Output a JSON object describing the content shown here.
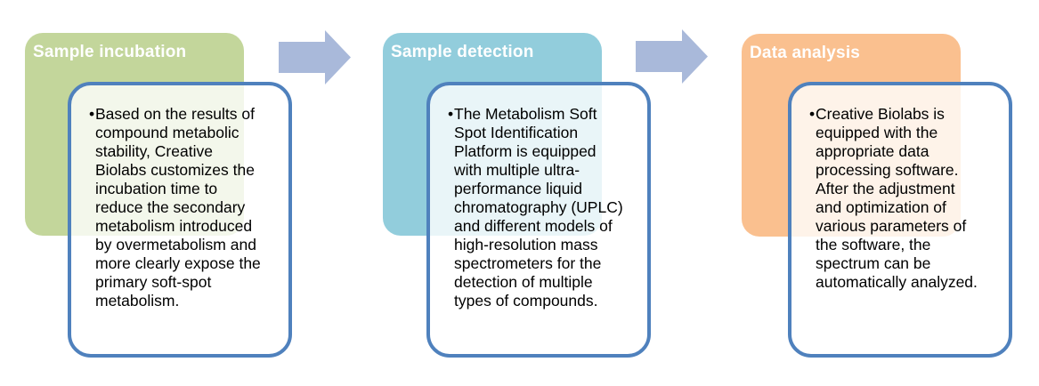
{
  "diagram": {
    "box_border_color": "#4f81bd",
    "arrow_color": "#a9b9da",
    "bullet_char": "•",
    "panels": [
      {
        "title": "Sample incubation",
        "color": "#c3d69b",
        "body": "Based on the results of\ncompound metabolic\nstability, Creative\nBiolabs customizes the\nincubation time to\nreduce the secondary\nmetabolism introduced\nby overmetabolism and\nmore clearly expose the\nprimary soft-spot\nmetabolism."
      },
      {
        "title": "Sample detection",
        "color": "#92cddc",
        "body": "The Metabolism Soft\nSpot Identification\nPlatform is equipped\nwith multiple ultra-\nperformance liquid\nchromatography (UPLC)\nand different models of\nhigh-resolution mass\nspectrometers for the\ndetection of multiple\ntypes of compounds."
      },
      {
        "title": "Data analysis",
        "color": "#fac08f",
        "body": "Creative Biolabs is\nequipped with the\nappropriate data\nprocessing software.\nAfter the adjustment\nand optimization of\nvarious parameters of\nthe software, the\nspectrum can be\nautomatically analyzed."
      }
    ]
  }
}
